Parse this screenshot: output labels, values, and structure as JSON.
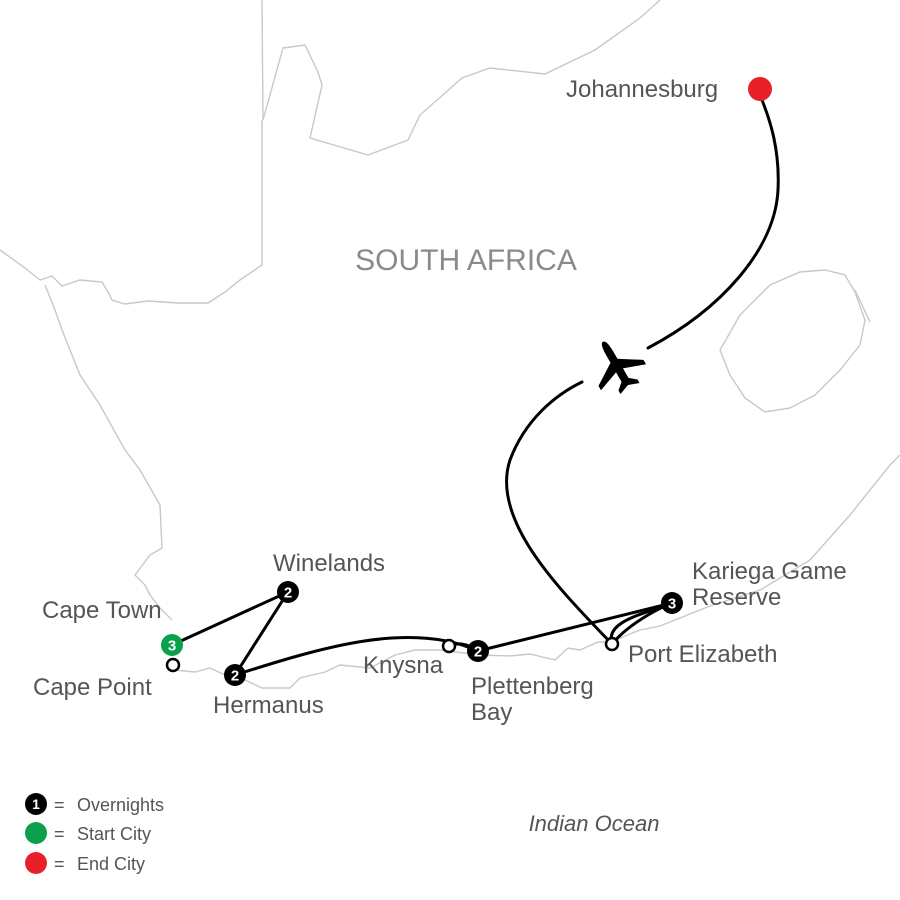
{
  "map": {
    "country_label": "SOUTH AFRICA",
    "ocean_label": "Indian Ocean",
    "colors": {
      "route": "#000000",
      "overnight_marker": "#000000",
      "start_marker": "#0aa14b",
      "end_marker": "#e8202a",
      "border": "#c8c8c8",
      "label": "#555555"
    },
    "stops": {
      "cape_town": {
        "label": "Cape Town",
        "overnights": "3",
        "type": "start"
      },
      "cape_point": {
        "label": "Cape Point",
        "type": "visit"
      },
      "winelands": {
        "label": "Winelands",
        "overnights": "2",
        "type": "overnight"
      },
      "hermanus": {
        "label": "Hermanus",
        "overnights": "2",
        "type": "overnight"
      },
      "knysna": {
        "label": "Knysna",
        "type": "visit"
      },
      "plettenberg": {
        "label_line1": "Plettenberg",
        "label_line2": "Bay",
        "overnights": "2",
        "type": "overnight"
      },
      "kariega": {
        "label_line1": "Kariega Game",
        "label_line2": "Reserve",
        "overnights": "3",
        "type": "overnight"
      },
      "port_elizabeth": {
        "label": "Port Elizabeth",
        "type": "visit"
      },
      "johannesburg": {
        "label": "Johannesburg",
        "type": "end"
      }
    },
    "flight_icon": "airplane-icon"
  },
  "legend": {
    "marker_number": "1",
    "separator": "=",
    "overnights": "Overnights",
    "start_city": "Start City",
    "end_city": "End City"
  }
}
